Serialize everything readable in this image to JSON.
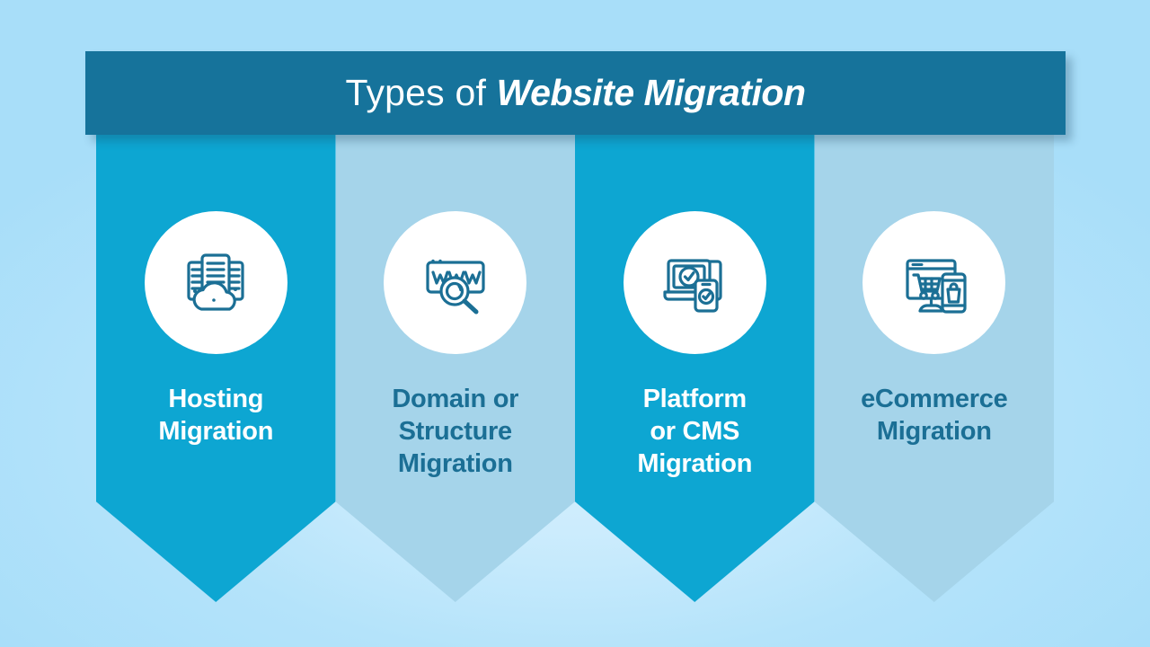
{
  "banner": {
    "title_regular": "Types of ",
    "title_emphasis": "Website Migration",
    "background_color": "#16739B",
    "text_color": "#FFFFFF"
  },
  "theme": {
    "page_background": "#ACE0FA",
    "column_dark": "#0DA6D2",
    "column_light": "#A5D4EA",
    "icon_stroke": "#1B6F95",
    "label_dark_text": "#1B6F95",
    "label_light_text": "#FFFFFF",
    "circle_fill": "#FFFFFF"
  },
  "columns": [
    {
      "label": "Hosting\nMigration",
      "icon": "server-cloud-icon",
      "style": "dark"
    },
    {
      "label": "Domain or\nStructure\nMigration",
      "icon": "www-search-icon",
      "style": "light"
    },
    {
      "label": "Platform\nor CMS\nMigration",
      "icon": "laptop-phone-check-icon",
      "style": "dark"
    },
    {
      "label": "eCommerce\nMigration",
      "icon": "monitor-cart-phone-bag-icon",
      "style": "light"
    }
  ]
}
